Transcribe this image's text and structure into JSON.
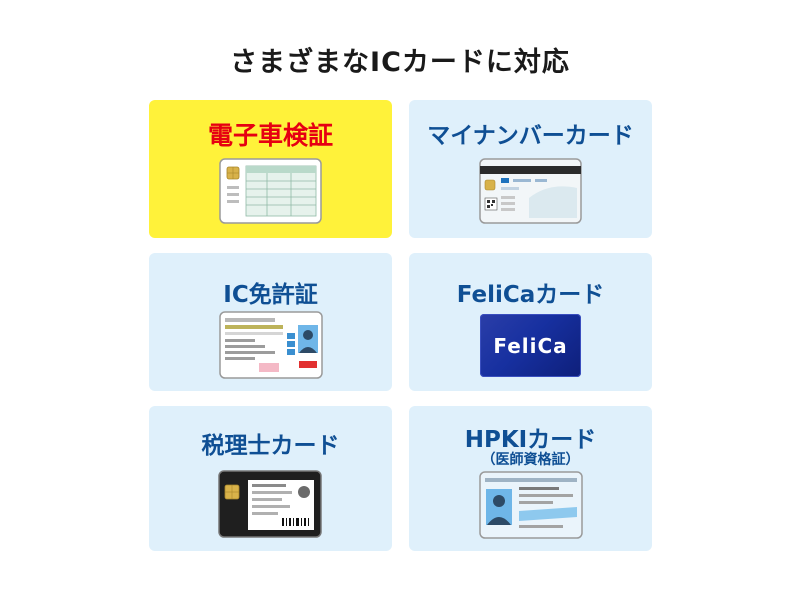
{
  "title": "さまざまなICカードに対応",
  "cards": [
    {
      "label": "電子車検証",
      "illustration": "vehicle-inspection-card-icon",
      "highlight": true
    },
    {
      "label": "マイナンバーカード",
      "illustration": "my-number-card-icon",
      "highlight": false
    },
    {
      "label": "IC免許証",
      "illustration": "drivers-license-card-icon",
      "highlight": false
    },
    {
      "label": "FeliCaカード",
      "illustration": "felica-logo",
      "logo_text": "FeliCa",
      "highlight": false
    },
    {
      "label": "税理士カード",
      "illustration": "tax-accountant-card-icon",
      "highlight": false
    },
    {
      "label": "HPKIカード",
      "sublabel": "（医師資格証）",
      "illustration": "hpki-card-icon",
      "highlight": false
    }
  ],
  "colors": {
    "card_background": "#dff0fb",
    "highlight_background": "#fff23a",
    "label_color": "#0f4f94",
    "highlight_label_color": "#e60012",
    "felica_blue": "#1730a0"
  }
}
